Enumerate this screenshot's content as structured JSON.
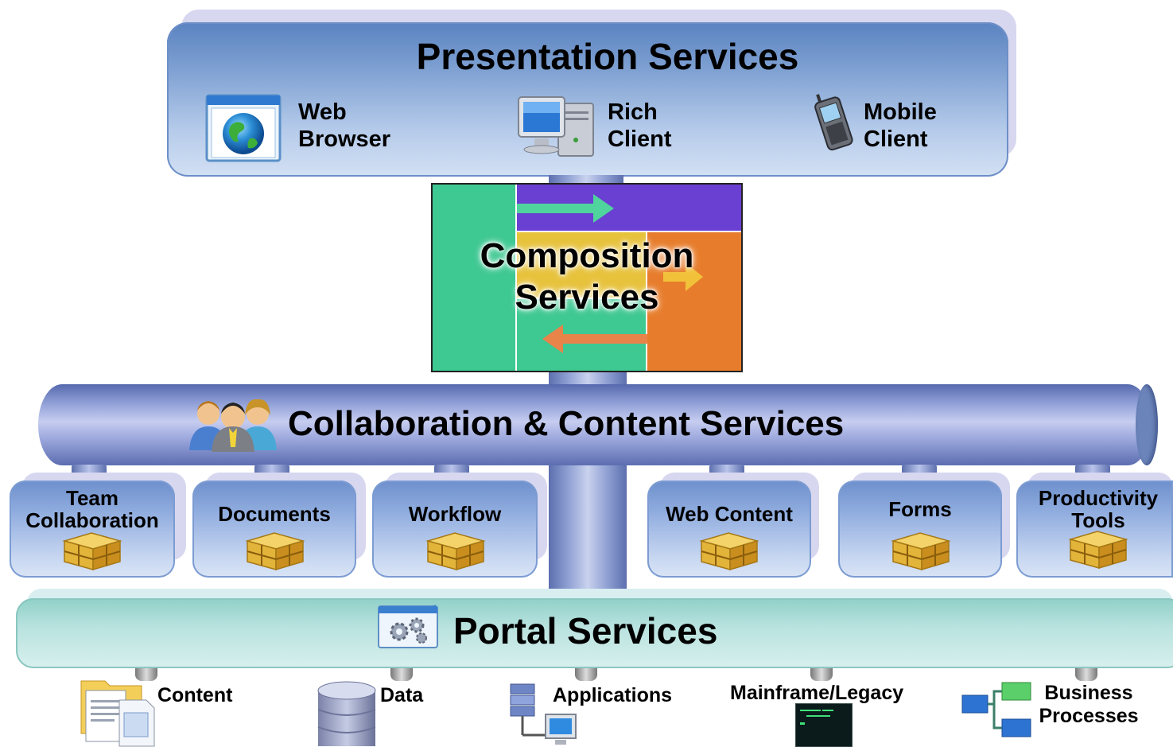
{
  "presentation": {
    "title": "Presentation Services",
    "clients": [
      {
        "line1": "Web",
        "line2": "Browser",
        "icon": "web-browser-icon"
      },
      {
        "line1": "Rich",
        "line2": "Client",
        "icon": "desktop-computer-icon"
      },
      {
        "line1": "Mobile",
        "line2": "Client",
        "icon": "mobile-phone-icon"
      }
    ]
  },
  "composition": {
    "line1": "Composition",
    "line2": "Services"
  },
  "collaboration": {
    "title": "Collaboration & Content Services",
    "icon": "people-group-icon"
  },
  "services": [
    {
      "line1": "Team",
      "line2": "Collaboration",
      "icon": "package-icon"
    },
    {
      "line1": "Documents",
      "icon": "package-icon"
    },
    {
      "line1": "Workflow",
      "icon": "package-icon"
    },
    {
      "line1": "Web Content",
      "icon": "package-icon"
    },
    {
      "line1": "Forms",
      "icon": "package-icon"
    },
    {
      "line1": "Productivity",
      "line2": "Tools",
      "icon": "package-icon"
    }
  ],
  "portal": {
    "title": "Portal Services",
    "icon": "portal-gears-icon"
  },
  "resources": [
    {
      "line1": "Content",
      "icon": "content-documents-icon"
    },
    {
      "line1": "Data",
      "icon": "database-icon"
    },
    {
      "line1": "Applications",
      "icon": "application-server-icon"
    },
    {
      "line1": "Mainframe/Legacy",
      "icon": "terminal-icon"
    },
    {
      "line1": "Business",
      "line2": "Processes",
      "icon": "process-flow-icon"
    }
  ],
  "colors": {
    "presentation": "#7ea0d2",
    "collaboration_pipe": "#8d9dd5",
    "portal": "#b8e2de",
    "comp_green": "#3cc58e",
    "comp_purple": "#6a3fd0",
    "comp_yellow": "#e6c13a",
    "comp_orange": "#e77d2c"
  }
}
